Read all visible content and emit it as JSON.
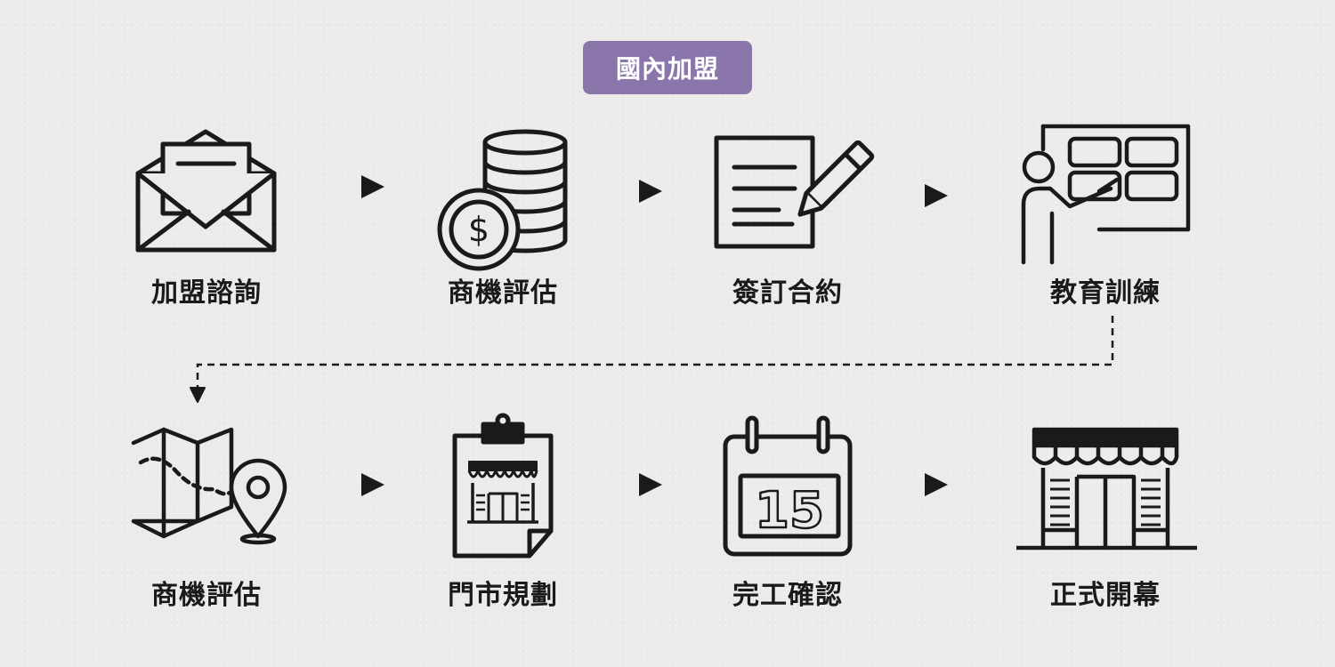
{
  "badge": {
    "label": "國內加盟"
  },
  "steps": [
    {
      "label": "加盟諮詢",
      "icon": "envelope-icon"
    },
    {
      "label": "商機評估",
      "icon": "coins-icon"
    },
    {
      "label": "簽訂合約",
      "icon": "contract-icon"
    },
    {
      "label": "教育訓練",
      "icon": "training-icon"
    },
    {
      "label": "商機評估",
      "icon": "map-pin-icon"
    },
    {
      "label": "門市規劃",
      "icon": "store-plan-icon"
    },
    {
      "label": "完工確認",
      "icon": "calendar-icon"
    },
    {
      "label": "正式開幕",
      "icon": "storefront-icon"
    }
  ],
  "calendar_number": "15",
  "coin_symbol": "$",
  "colors": {
    "badge": "#8a76ab",
    "ink": "#1a1a1a",
    "background": "#ecebea"
  }
}
